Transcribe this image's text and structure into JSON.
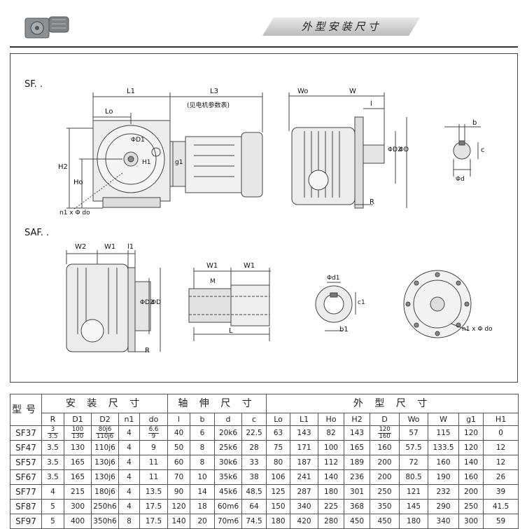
{
  "header": {
    "banner_title": "外型安装尺寸"
  },
  "icons": {
    "header_icon": "gearmotor-thumbnail-icon"
  },
  "drawing": {
    "sf_label": "SF. .",
    "saf_label": "SAF. .",
    "sf_side": {
      "L1": "L1",
      "L3": "L3",
      "note": "(见电机参数表)",
      "L0": "Lo",
      "D1": "ΦD1",
      "H2": "H2",
      "H0": "Ho",
      "H1": "H1",
      "g1": "g1",
      "holes": "n1 x Φ do"
    },
    "sf_front": {
      "W0": "Wo",
      "W": "W",
      "l": "l",
      "D2": "ΦD2",
      "D": "ΦD",
      "R": "R"
    },
    "shaft": {
      "b": "b",
      "c": "c",
      "d": "Φd"
    },
    "saf_side": {
      "W2": "W2",
      "W1": "W1",
      "l1": "l1",
      "D2": "ΦD2",
      "D": "ΦD",
      "R": "R"
    },
    "hollow": {
      "W1a": "W1",
      "W1b": "W1",
      "M": "M",
      "L": "L"
    },
    "bore": {
      "d1": "Φd1",
      "c1": "c1",
      "b1": "b1"
    },
    "flange": {
      "holes": "n1 x Φ do"
    }
  },
  "table": {
    "model_header": "型号",
    "groups": [
      "安 装 尺 寸",
      "轴 伸 尺 寸",
      "外 型 尺 寸"
    ],
    "columns": [
      "R",
      "D1",
      "D2",
      "n1",
      "do",
      "l",
      "b",
      "d",
      "c",
      "Lo",
      "L1",
      "Ho",
      "H2",
      "D",
      "Wo",
      "W",
      "g1",
      "H1"
    ],
    "rows": [
      {
        "model": "SF37",
        "R": [
          "3",
          "3.5"
        ],
        "D1": [
          "100",
          "130"
        ],
        "D2": [
          "80j6",
          "110j6"
        ],
        "n1": "4",
        "do": [
          "6.6",
          "9"
        ],
        "l": "40",
        "b": "6",
        "d": "20k6",
        "c": "22.5",
        "Lo": "63",
        "L1": "143",
        "Ho": "82",
        "H2": "143",
        "D": [
          "120",
          "160"
        ],
        "Wo": "57",
        "W": "115",
        "g1": "120",
        "H1": "0"
      },
      {
        "model": "SF47",
        "R": "3.5",
        "D1": "130",
        "D2": "110j6",
        "n1": "4",
        "do": "9",
        "l": "50",
        "b": "8",
        "d": "25k6",
        "c": "28",
        "Lo": "75",
        "L1": "171",
        "Ho": "100",
        "H2": "165",
        "D": "160",
        "Wo": "57.5",
        "W": "133.5",
        "g1": "120",
        "H1": "12"
      },
      {
        "model": "SF57",
        "R": "3.5",
        "D1": "165",
        "D2": "130j6",
        "n1": "4",
        "do": "11",
        "l": "60",
        "b": "8",
        "d": "30k6",
        "c": "33",
        "Lo": "80",
        "L1": "187",
        "Ho": "112",
        "H2": "189",
        "D": "200",
        "Wo": "72",
        "W": "160",
        "g1": "140",
        "H1": "12"
      },
      {
        "model": "SF67",
        "R": "3.5",
        "D1": "165",
        "D2": "130j6",
        "n1": "4",
        "do": "11",
        "l": "70",
        "b": "10",
        "d": "35k6",
        "c": "38",
        "Lo": "106",
        "L1": "241",
        "Ho": "140",
        "H2": "236",
        "D": "200",
        "Wo": "80.5",
        "W": "190",
        "g1": "160",
        "H1": "26"
      },
      {
        "model": "SF77",
        "R": "4",
        "D1": "215",
        "D2": "180j6",
        "n1": "4",
        "do": "13.5",
        "l": "90",
        "b": "14",
        "d": "45k6",
        "c": "48.5",
        "Lo": "125",
        "L1": "287",
        "Ho": "180",
        "H2": "301",
        "D": "250",
        "Wo": "121",
        "W": "232",
        "g1": "200",
        "H1": "39"
      },
      {
        "model": "SF87",
        "R": "5",
        "D1": "300",
        "D2": "250h6",
        "n1": "4",
        "do": "17.5",
        "l": "120",
        "b": "18",
        "d": "60m6",
        "c": "64",
        "Lo": "150",
        "L1": "340",
        "Ho": "225",
        "H2": "368",
        "D": "350",
        "Wo": "145",
        "W": "290",
        "g1": "250",
        "H1": "41.5"
      },
      {
        "model": "SF97",
        "R": "5",
        "D1": "400",
        "D2": "350h6",
        "n1": "8",
        "do": "17.5",
        "l": "140",
        "b": "20",
        "d": "70m6",
        "c": "74.5",
        "Lo": "180",
        "L1": "420",
        "Ho": "280",
        "H2": "450",
        "D": "450",
        "Wo": "180",
        "W": "340",
        "g1": "300",
        "H1": "59"
      }
    ]
  }
}
